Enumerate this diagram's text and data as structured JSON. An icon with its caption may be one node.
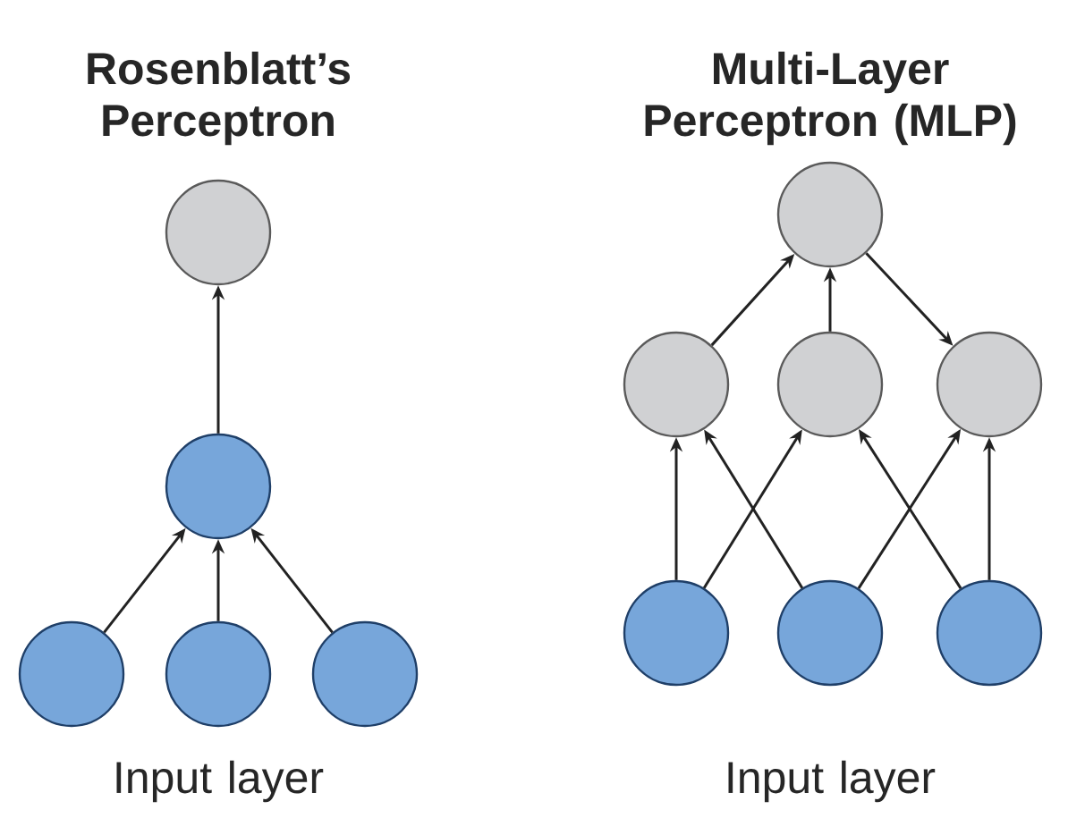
{
  "diagram": {
    "nodes": [
      {
        "text": [],
        "shape": "circle"
      },
      {
        "text": [],
        "shape": "circle"
      },
      {
        "text": [],
        "shape": "circle"
      },
      {
        "text": [],
        "shape": "circle"
      },
      {
        "text": [],
        "shape": "circle"
      },
      {
        "text": [],
        "shape": "circle"
      },
      {
        "text": [],
        "shape": "circle"
      },
      {
        "text": [],
        "shape": "circle"
      },
      {
        "text": [],
        "shape": "circle"
      },
      {
        "text": [],
        "shape": "circle"
      },
      {
        "text": [],
        "shape": "circle"
      },
      {
        "text": [],
        "shape": "circle"
      }
    ],
    "edges": [
      {
        "from": 1,
        "to": 0,
        "arrow": "to"
      },
      {
        "from": 2,
        "to": 1,
        "arrow": "to"
      },
      {
        "from": 3,
        "to": 1,
        "arrow": "to"
      },
      {
        "from": 4,
        "to": 1,
        "arrow": "to"
      },
      {
        "from": 6,
        "to": 5,
        "arrow": "to"
      },
      {
        "from": 7,
        "to": 5,
        "arrow": "to"
      },
      {
        "from": 5,
        "to": 8,
        "arrow": "to"
      },
      {
        "from": 9,
        "to": 6,
        "arrow": "to"
      },
      {
        "from": 9,
        "to": 7,
        "arrow": "to"
      },
      {
        "from": 10,
        "to": 6,
        "arrow": "to"
      },
      {
        "from": 10,
        "to": 8,
        "arrow": "to"
      },
      {
        "from": 11,
        "to": 7,
        "arrow": "to"
      },
      {
        "from": 11,
        "to": 8,
        "arrow": "to"
      }
    ],
    "labels": [
      "Rosenblatt’s Perceptron",
      "Multi-Layer Perceptron (MLP)",
      "Input layer",
      "Input layer"
    ]
  }
}
